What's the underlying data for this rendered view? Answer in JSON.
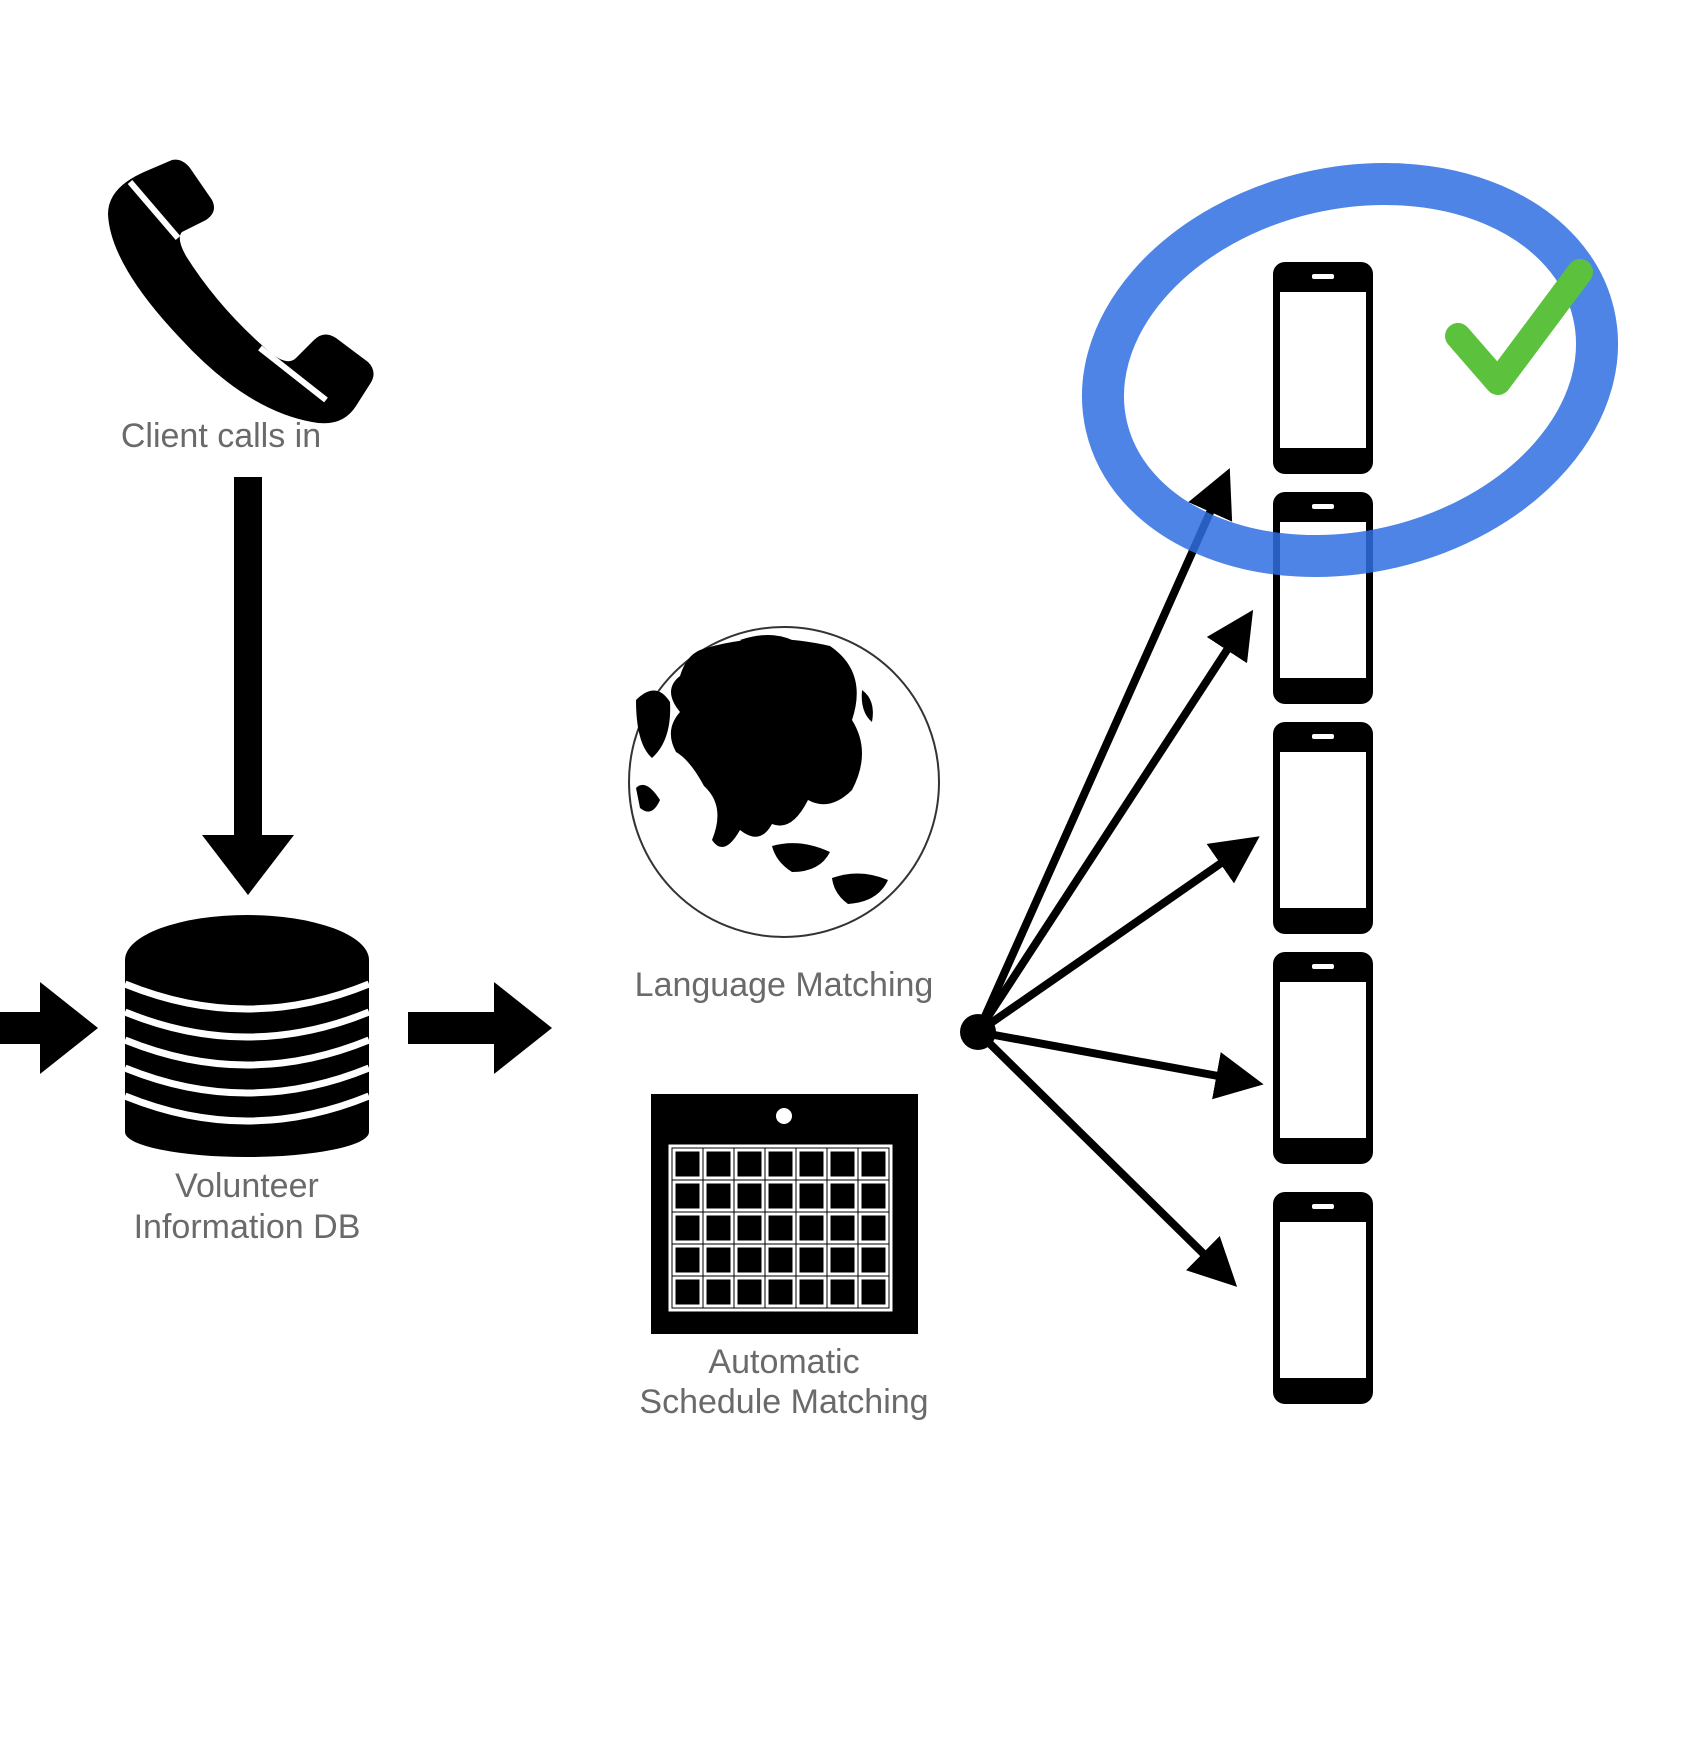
{
  "labels": {
    "client_calls": "Client calls in",
    "db_line1": "Volunteer",
    "db_line2": "Information DB",
    "language": "Language Matching",
    "schedule_line1": "Automatic",
    "schedule_line2": "Schedule Matching"
  },
  "icons": {
    "phone": "telephone-handset-icon",
    "database": "database-icon",
    "globe": "globe-icon",
    "calendar": "calendar-icon",
    "device": "smartphone-icon",
    "check": "checkmark-icon"
  },
  "colors": {
    "ink": "#000000",
    "text": "#6a6a6a",
    "highlight": "#2f6fe0",
    "check": "#5cc23d"
  }
}
